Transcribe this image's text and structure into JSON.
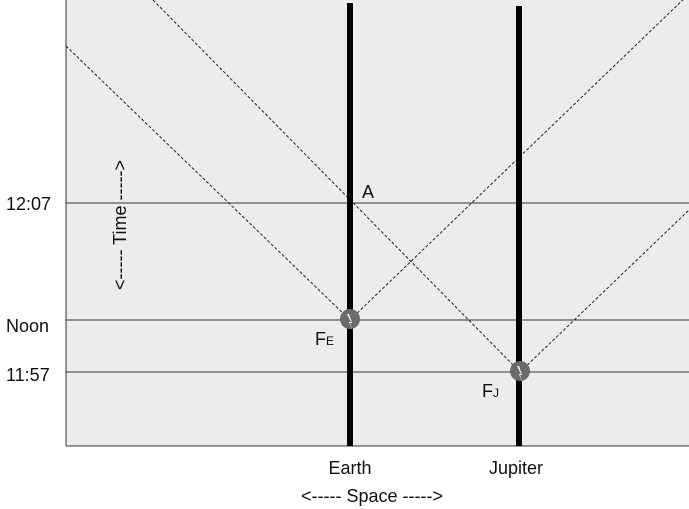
{
  "time_labels": {
    "t1207": "12:07",
    "noon": "Noon",
    "t1157": "11:57"
  },
  "axis_labels": {
    "time": "<----- Time ----->",
    "space": "<----- Space ----->"
  },
  "worldlines": {
    "earth": "Earth",
    "jupiter": "Jupiter"
  },
  "events": {
    "a": "A",
    "fe_main": "F",
    "fe_sub": "E",
    "fj_main": "F",
    "fj_sub": "J"
  },
  "colors": {
    "plot_background": "#ececec",
    "grid_line": "#333333",
    "worldline": "#000000",
    "light_ray": "#222222",
    "flash_marker": "#6b6b6b"
  },
  "icons": {
    "flash": "flash-icon"
  }
}
